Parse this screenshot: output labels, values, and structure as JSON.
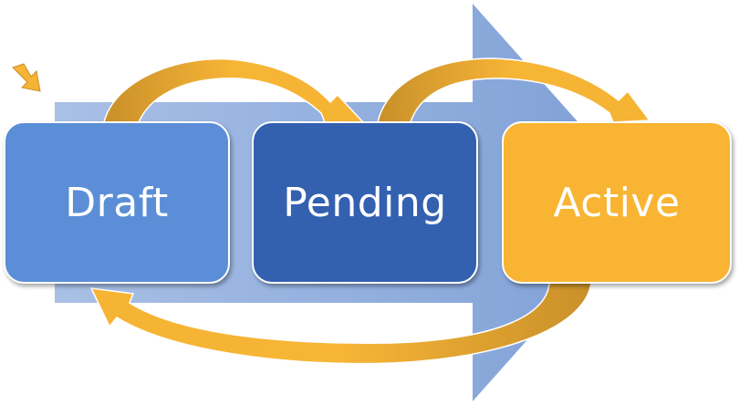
{
  "states": [
    {
      "label": "Draft",
      "color": "#5b8ed6"
    },
    {
      "label": "Pending",
      "color": "#3460b0"
    },
    {
      "label": "Active",
      "color": "#f8b432"
    }
  ],
  "colors": {
    "background_arrow": "#8aa9db",
    "background_arrow_light": "#a9c0e6",
    "transition_arrow": "#f6b434",
    "transition_arrow_dark": "#c9902a"
  },
  "icons": {
    "flow_arrow": "right-arrow-shape",
    "transition_arrow": "curved-arrow",
    "corner_marker": "small-down-right-arrow"
  }
}
